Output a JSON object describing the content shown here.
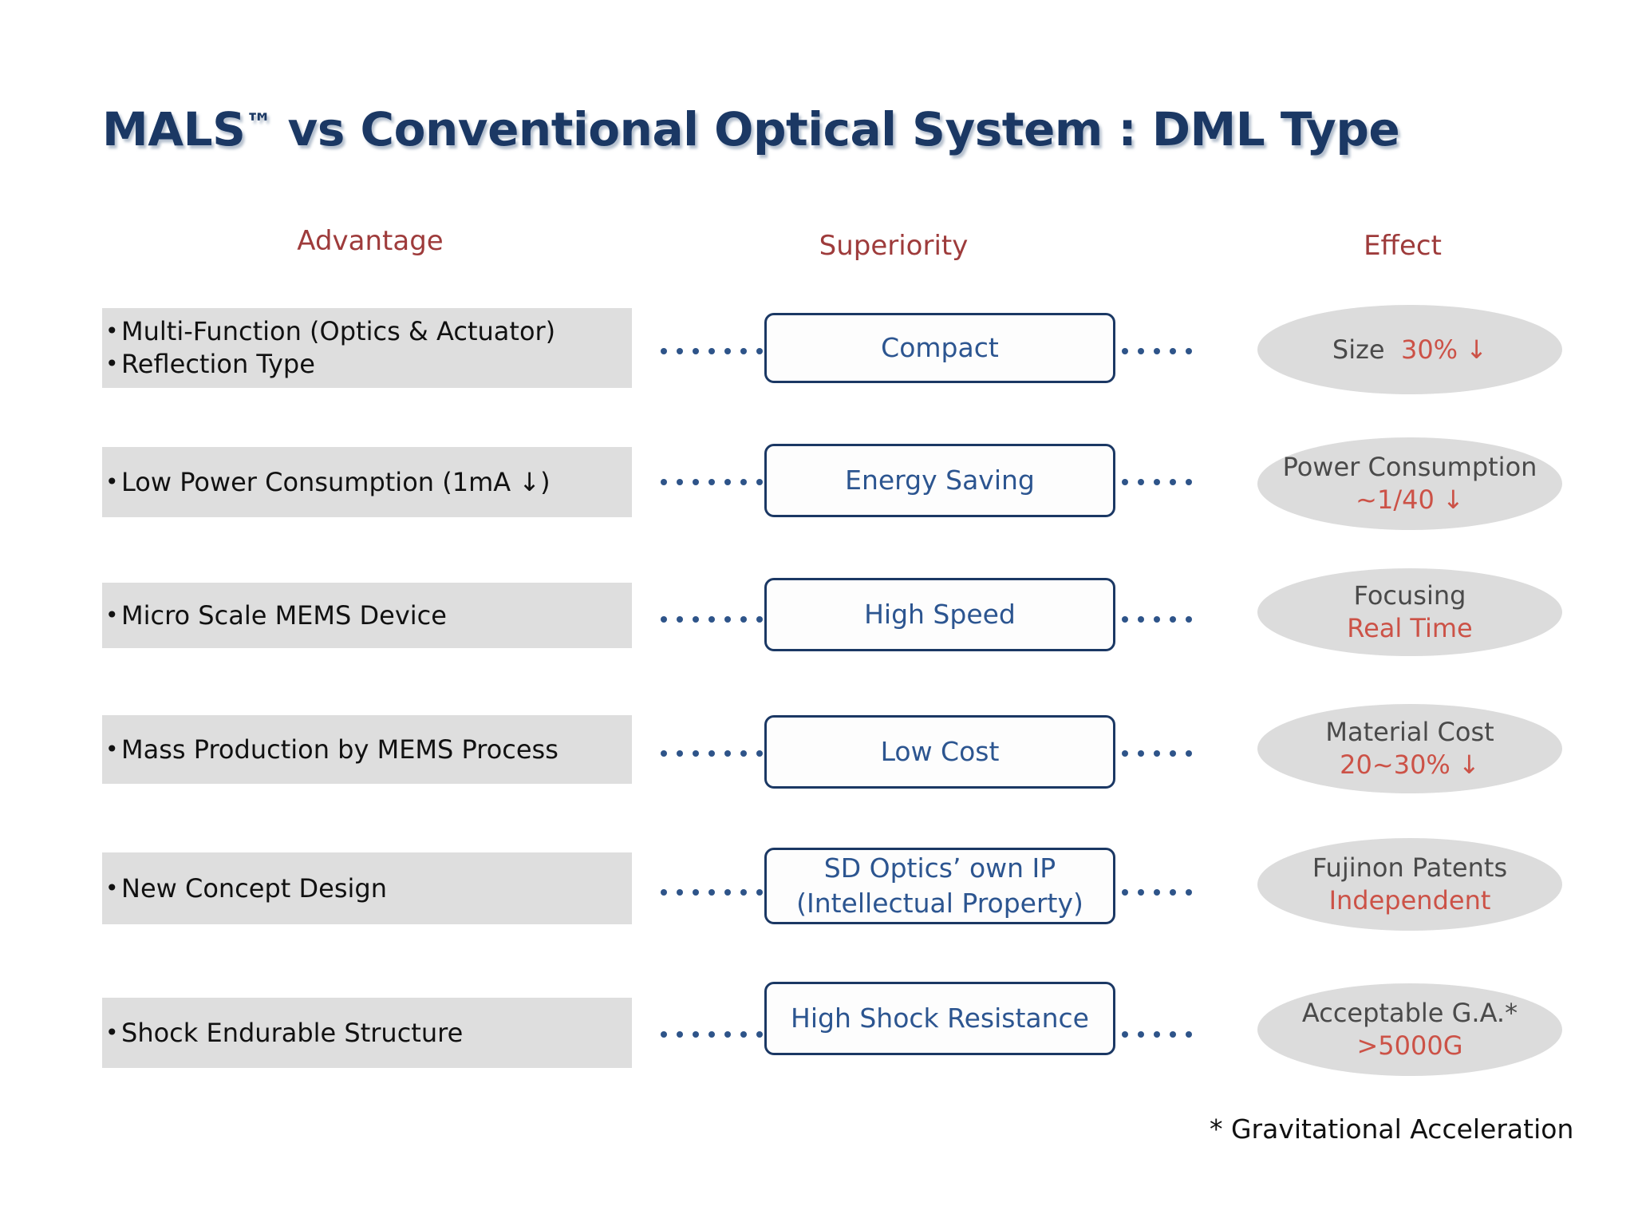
{
  "title": {
    "main_before": "MALS",
    "tm": "™",
    "main_after": " vs Conventional Optical System : DML Type",
    "color": "#1b3864"
  },
  "columns": {
    "advantage": "Advantage",
    "superiority": "Superiority",
    "effect": "Effect",
    "header_color": "#9e3b3b"
  },
  "colors": {
    "advantage_panel": "#dedede",
    "superiority_border": "#1b3864",
    "superiority_text": "#2c5590",
    "effect_ellipse": "#dcdcdc",
    "effect_label": "#4a4a4a",
    "effect_value": "#cc5247",
    "dot": "#2e5489"
  },
  "rows": [
    {
      "advantage": [
        "Multi-Function (Optics & Actuator)",
        "Reflection Type"
      ],
      "superiority": [
        "Compact"
      ],
      "effect_label": "Size",
      "effect_value": "30% ↓",
      "effect_sub": ""
    },
    {
      "advantage": [
        "Low Power Consumption (1mA ↓)"
      ],
      "superiority": [
        "Energy Saving"
      ],
      "effect_label": "Power Consumption",
      "effect_value": "",
      "effect_sub": "~1/40 ↓"
    },
    {
      "advantage": [
        "Micro Scale MEMS Device"
      ],
      "superiority": [
        "High Speed"
      ],
      "effect_label": "Focusing",
      "effect_value": "",
      "effect_sub": "Real Time"
    },
    {
      "advantage": [
        "Mass Production by MEMS Process"
      ],
      "superiority": [
        "Low Cost"
      ],
      "effect_label": "Material Cost",
      "effect_value": "",
      "effect_sub": "20~30% ↓"
    },
    {
      "advantage": [
        "New Concept Design"
      ],
      "superiority": [
        "SD Optics’ own IP",
        "(Intellectual Property)"
      ],
      "effect_label": "Fujinon Patents",
      "effect_value": "",
      "effect_sub": "Independent"
    },
    {
      "advantage": [
        "Shock Endurable Structure"
      ],
      "superiority": [
        "High Shock Resistance"
      ],
      "effect_label": "Acceptable G.A.*",
      "effect_value": "",
      "effect_sub": ">5000G"
    }
  ],
  "footnote": "* Gravitational Acceleration",
  "dots": {
    "left_count": 8,
    "right_count": 5
  }
}
